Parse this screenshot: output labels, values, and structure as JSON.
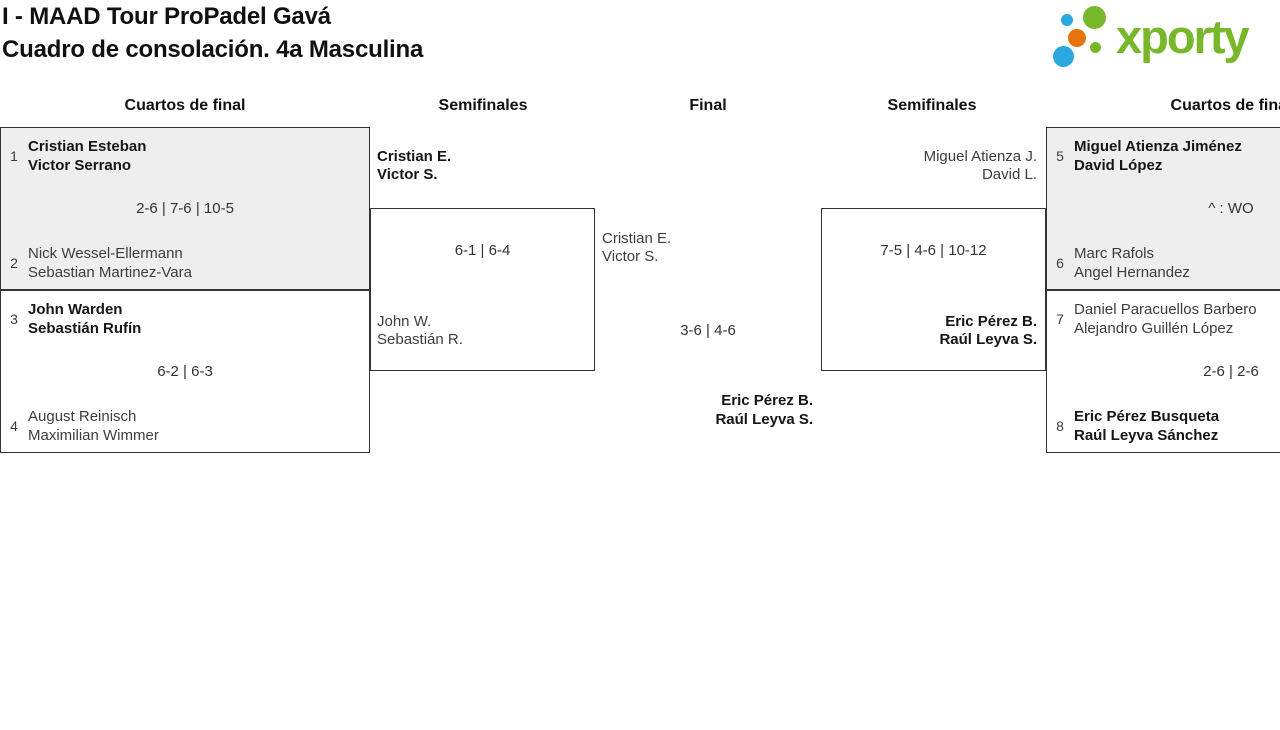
{
  "title": {
    "line1": "I - MAAD Tour ProPadel Gavá",
    "line2": "Cuadro de consolación. 4a Masculina"
  },
  "logo": {
    "text": "xporty",
    "colors": {
      "green": "#76b82a",
      "blue": "#29a8e0",
      "orange": "#e8730a"
    }
  },
  "round_headers": {
    "qf_left": "Cuartos de final",
    "sf_left": "Semifinales",
    "final": "Final",
    "sf_right": "Semifinales",
    "qf_right": "Cuartos de final"
  },
  "bracket": {
    "qf_left": [
      {
        "seed_top": "1",
        "team_top": [
          "Cristian Esteban",
          "Victor Serrano"
        ],
        "score": "2-6 | 7-6 | 10-5",
        "seed_bottom": "2",
        "team_bottom": [
          "Nick Wessel-Ellermann",
          "Sebastian Martinez-Vara"
        ],
        "winner": "top"
      },
      {
        "seed_top": "3",
        "team_top": [
          "John Warden",
          "Sebastián Rufín"
        ],
        "score": "6-2 | 6-3",
        "seed_bottom": "4",
        "team_bottom": [
          "August Reinisch",
          "Maximilian Wimmer"
        ],
        "winner": "top"
      }
    ],
    "sf_left": {
      "team_top": [
        "Cristian E.",
        "Victor S."
      ],
      "score": "6-1 | 6-4",
      "team_bottom": [
        "John W.",
        "Sebastián R."
      ],
      "winner": "top"
    },
    "final": {
      "team_left": [
        "Cristian E.",
        "Victor S."
      ],
      "score": "3-6 | 4-6",
      "team_right": [
        "Eric Pérez B.",
        "Raúl Leyva S."
      ],
      "winner": "right"
    },
    "sf_right": {
      "team_top": [
        "Miguel Atienza J.",
        "David L."
      ],
      "score": "7-5 | 4-6 | 10-12",
      "team_bottom": [
        "Eric Pérez B.",
        "Raúl Leyva S."
      ],
      "winner": "bottom"
    },
    "qf_right": [
      {
        "seed_top": "5",
        "team_top": [
          "Miguel Atienza Jiménez",
          "David López"
        ],
        "score": "^ : WO",
        "seed_bottom": "6",
        "team_bottom": [
          "Marc Rafols",
          "Angel Hernandez"
        ],
        "winner": "top"
      },
      {
        "seed_top": "7",
        "team_top": [
          "Daniel Paracuellos Barbero",
          "Alejandro Guillén López"
        ],
        "score": "2-6 | 2-6",
        "seed_bottom": "8",
        "team_bottom": [
          "Eric Pérez Busqueta",
          "Raúl Leyva Sánchez"
        ],
        "winner": "bottom"
      }
    ]
  },
  "colors": {
    "box_shaded_bg": "#eeeeee",
    "box_border": "#333333",
    "winner_text": "#161616",
    "team_text": "#3d3d3d",
    "heading_text": "#111111"
  }
}
